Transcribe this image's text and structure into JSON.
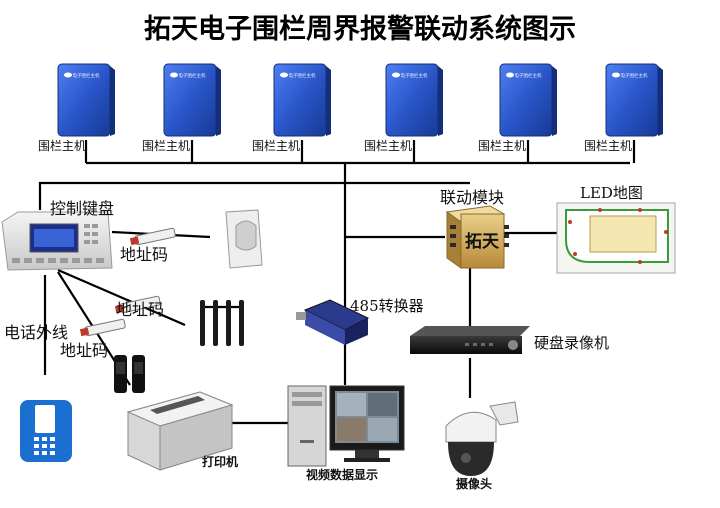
{
  "title": "拓天电子围栏周界报警联动系统图示",
  "hosts": {
    "label": "围栏主机",
    "panel_text": "电子围栏主机",
    "count": 6
  },
  "keyboard_label": "控制键盘",
  "address_code_label": "地址码",
  "phone_line_label": "电话外线",
  "linkage_module": {
    "label": "联动模块",
    "brand": "拓天"
  },
  "led_map_label": "LED地图",
  "converter_label": "485转换器",
  "dvr_label": "硬盘录像机",
  "printer_label": "打印机",
  "monitor_label": "视频数据显示",
  "camera_label": "摄像头",
  "colors": {
    "host_blue": "#2a56c9",
    "line": "#000000",
    "phone_blue": "#1a6fd0",
    "module_gold": "#c9a24a"
  }
}
